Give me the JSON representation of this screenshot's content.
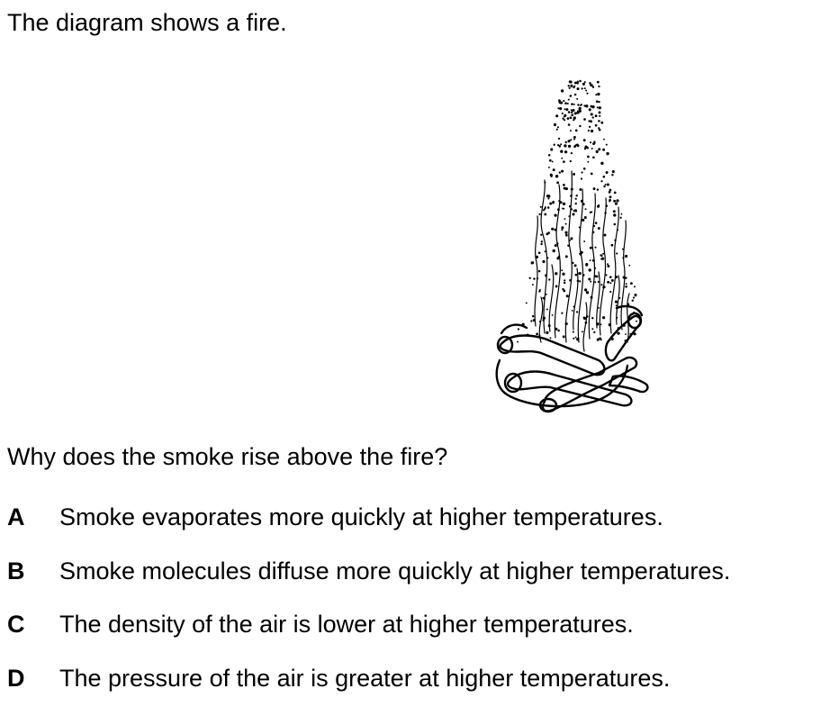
{
  "intro": "The diagram shows a fire.",
  "question": "Why does the smoke rise above the fire?",
  "options": [
    {
      "letter": "A",
      "text": "Smoke evaporates more quickly at higher temperatures."
    },
    {
      "letter": "B",
      "text": "Smoke molecules diffuse more quickly at higher temperatures."
    },
    {
      "letter": "C",
      "text": "The density of the air is lower at higher temperatures."
    },
    {
      "letter": "D",
      "text": "The pressure of the air is greater at higher temperatures."
    }
  ]
}
